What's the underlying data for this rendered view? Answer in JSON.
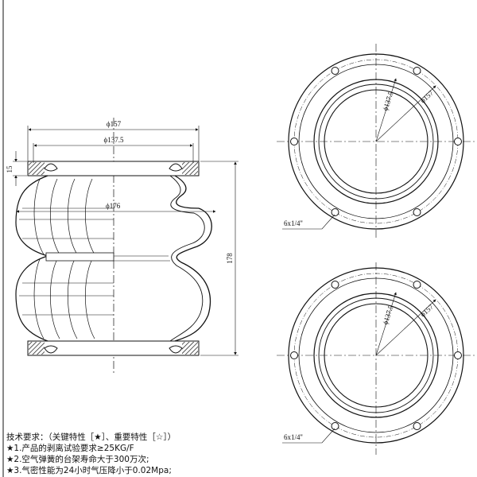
{
  "dimensions": {
    "outer_diameter": "ϕ157",
    "inner_diameter": "ϕ137.5",
    "bulge_diameter": "ϕ176",
    "flange_height": "15",
    "total_height": "178"
  },
  "top_plate": {
    "bolt_circle_label": "ϕ137.5",
    "outer_label": "ϕ157",
    "bolt_label": "6x1/4''"
  },
  "bottom_plate": {
    "bolt_circle_label": "ϕ137.5",
    "outer_label": "ϕ157",
    "bolt_label": "6x1/4''"
  },
  "notes": {
    "heading": "技术要求：（关键特性［★］、重要特性［☆］）",
    "items": [
      "★1.产品的剥离试验要求≥25KG/F",
      "★2.空气弹簧的台架寿命大于300万次;",
      "★3.气密性能为24小时气压降小于0.02Mpa;"
    ]
  }
}
